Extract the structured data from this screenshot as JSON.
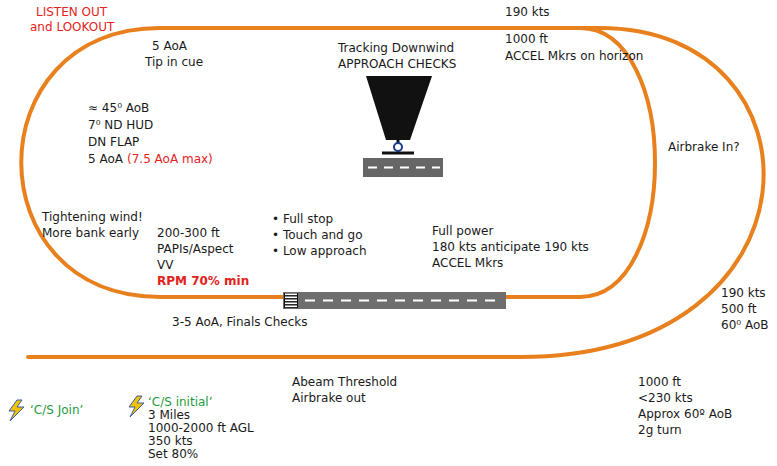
{
  "diagram": {
    "labels": [
      "LISTEN OUT",
      "and LOOKOUT",
      "190 kts",
      "1000 ft",
      "ACCEL Mkrs on horizon",
      "5 AoA",
      "Tip in cue",
      "Tracking Downwind",
      "APPROACH CHECKS",
      "≈ 45⁰ AoB",
      "7⁰ ND HUD",
      "DN FLAP",
      "5 AoA",
      "(7.5 AoA max)",
      "Airbrake In?",
      "Tightening wind!",
      "More bank early",
      "200-300 ft",
      "• Full stop",
      "Full power",
      "PAPIs/Aspect",
      "• Touch and go",
      "180 kts anticipate 190 kts",
      "VV",
      "• Low approach",
      "ACCEL Mkrs",
      "RPM 70% min",
      "190 kts",
      "500 ft",
      "60⁰ AoB",
      "3-5 AoA, Finals Checks",
      "1000 ft",
      "<230 kts",
      "Approx 60º AoB",
      "2g turn",
      "‘C/S Join’",
      "‘C/S initial’",
      "Abeam Threshold",
      "Airbrake out",
      "3 Miles",
      "1000-2000 ft AGL",
      "350 kts",
      "Set 80%"
    ]
  }
}
